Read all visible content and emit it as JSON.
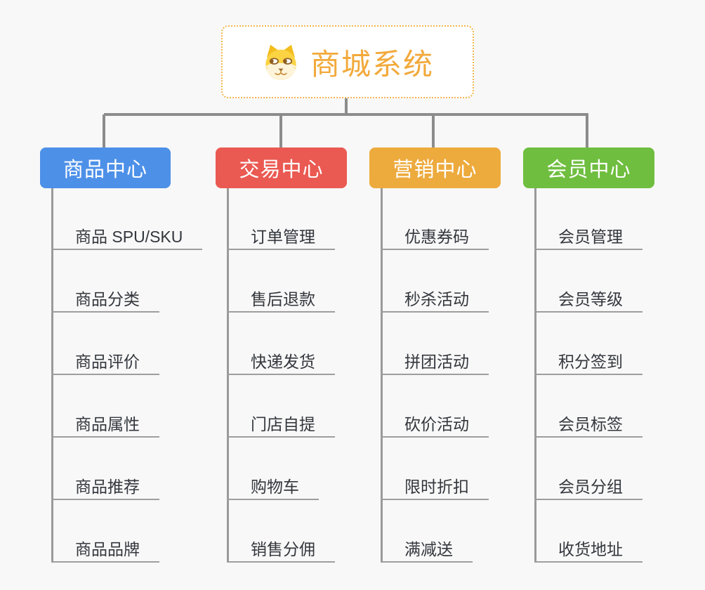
{
  "canvas": {
    "background": "#f8f8f8",
    "connector_color": "#8c8c8c"
  },
  "root": {
    "title": "商城系统",
    "icon": "dog-face-icon",
    "title_color": "#f2a93b",
    "border_color": "#f3b64e"
  },
  "branches": [
    {
      "label": "商品中心",
      "color": "#4d90e8",
      "children": [
        "商品 SPU/SKU",
        "商品分类",
        "商品评价",
        "商品属性",
        "商品推荐",
        "商品品牌"
      ]
    },
    {
      "label": "交易中心",
      "color": "#ea5a52",
      "children": [
        "订单管理",
        "售后退款",
        "快递发货",
        "门店自提",
        "购物车",
        "销售分佣"
      ]
    },
    {
      "label": "营销中心",
      "color": "#edaa3d",
      "children": [
        "优惠券码",
        "秒杀活动",
        "拼团活动",
        "砍价活动",
        "限时折扣",
        "满减送"
      ]
    },
    {
      "label": "会员中心",
      "color": "#6fbe3f",
      "children": [
        "会员管理",
        "会员等级",
        "积分签到",
        "会员标签",
        "会员分组",
        "收货地址"
      ]
    }
  ]
}
